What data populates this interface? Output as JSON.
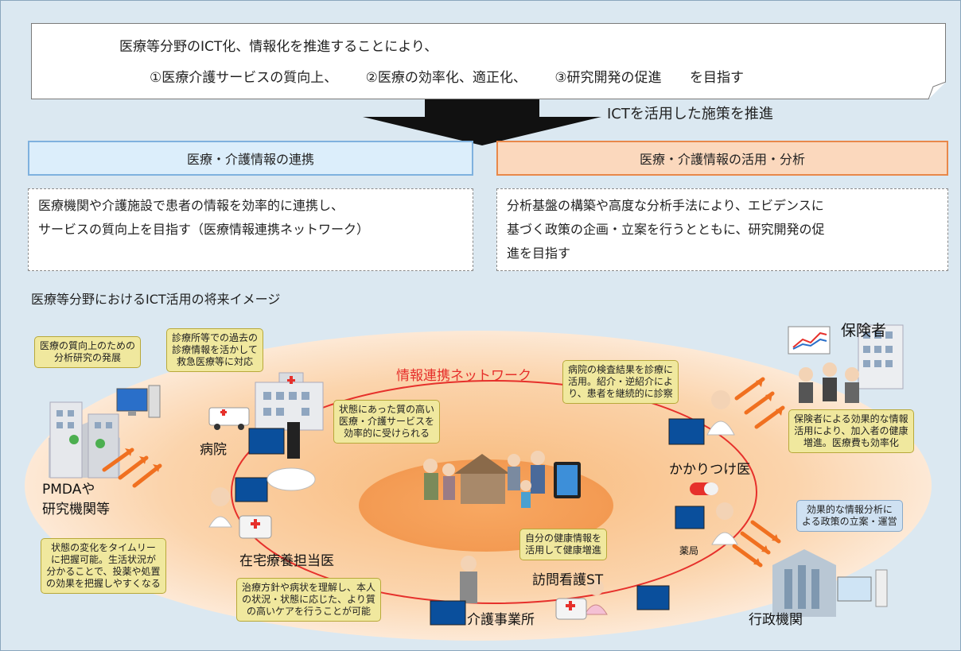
{
  "goal": {
    "line1": "医療等分野のICT化、情報化を推進することにより、",
    "item1": "①医療介護サービスの質向上、",
    "item2": "②医療の効率化、適正化、",
    "item3": "③研究開発の促進",
    "suffix": "を目指す"
  },
  "arrow_label": "ICTを活用した施策を推進",
  "left_panel": {
    "title": "医療・介護情報の連携",
    "text_line1": "医療機関や介護施設で患者の情報を効率的に連携し、",
    "text_line2": "サービスの質向上を目指す（医療情報連携ネットワーク）"
  },
  "right_panel": {
    "title": "医療・介護情報の活用・分析",
    "text_line1": "分析基盤の構築や高度な分析手法により、エビデンスに",
    "text_line2": "基づく政策の企画・立案を行うとともに、研究開発の促",
    "text_line3": "進を目指す"
  },
  "illustration": {
    "title": "医療等分野におけるICT活用の将来イメージ",
    "network_label": "情報連携ネットワーク",
    "callouts": {
      "research": [
        "医療の質向上のための",
        "分析研究の発展"
      ],
      "clinic_history": [
        "診療所等での過去の",
        "診療情報を活かして",
        "救急医療等に対応"
      ],
      "hospital_results": [
        "病院の検査結果を診療に",
        "活用。紹介・逆紹介によ",
        "り、患者を継続的に診察"
      ],
      "center": [
        "状態にあった質の高い",
        "医療・介護サービスを",
        "効率的に受けられる"
      ],
      "insurer": [
        "保険者による効果的な情報",
        "活用により、加入者の健康",
        "増進。医療費も効率化"
      ],
      "timely": [
        "状態の変化をタイムリー",
        "に把握可能。生活状況が",
        "分かることで、投薬や処置",
        "の効果を把握しやすくなる"
      ],
      "health_info": [
        "自分の健康情報を",
        "活用して健康増進"
      ],
      "care": [
        "治療方針や病状を理解し、本人",
        "の状況・状態に応じた、より質",
        "の高いケアを行うことが可能"
      ],
      "admin": [
        "効果的な情報分析に",
        "よる政策の立案・運営"
      ]
    },
    "labels": {
      "pmda1": "PMDAや",
      "pmda2": "研究機関等",
      "hospital": "病院",
      "insurer": "保険者",
      "gp": "かかりつけ医",
      "home_doctor": "在宅療養担当医",
      "pharmacy": "薬局",
      "visiting_nurse": "訪問看護ST",
      "care_office": "介護事業所",
      "admin": "行政機関"
    }
  }
}
